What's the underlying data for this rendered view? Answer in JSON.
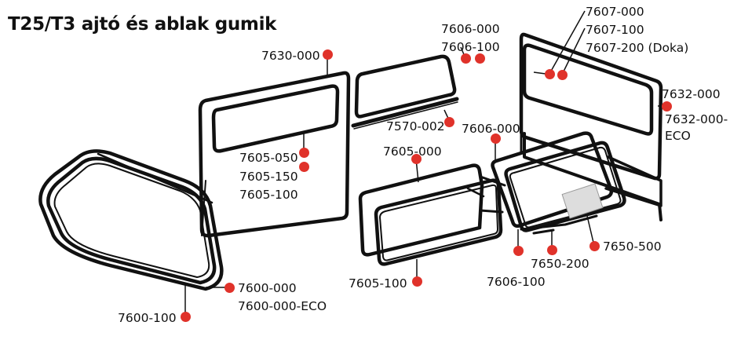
{
  "title": "T25/T3 ajtó és ablak gumik",
  "colors": {
    "callout_dot": "#e0322a",
    "outline": "#111111"
  },
  "callouts": [
    {
      "id": "c1",
      "text": "7630-000"
    },
    {
      "id": "c2",
      "text": "7606-000"
    },
    {
      "id": "c3",
      "text": "7606-100"
    },
    {
      "id": "c4",
      "text": "7607-000"
    },
    {
      "id": "c5",
      "text": "7607-100"
    },
    {
      "id": "c6",
      "text": "7607-200 (Doka)"
    },
    {
      "id": "c7",
      "text": "7632-000"
    },
    {
      "id": "c8",
      "text": "7632-000-"
    },
    {
      "id": "c9",
      "text": "ECO"
    },
    {
      "id": "c10",
      "text": "7570-002"
    },
    {
      "id": "c11",
      "text": "7606-000"
    },
    {
      "id": "c12",
      "text": "7605-000"
    },
    {
      "id": "c13",
      "text": "7605-050"
    },
    {
      "id": "c14",
      "text": "7605-150"
    },
    {
      "id": "c15",
      "text": "7605-100"
    },
    {
      "id": "c16",
      "text": "7650-500"
    },
    {
      "id": "c17",
      "text": "7650-200"
    },
    {
      "id": "c18",
      "text": "7606-100"
    },
    {
      "id": "c19",
      "text": "7605-100"
    },
    {
      "id": "c20",
      "text": "7600-000"
    },
    {
      "id": "c21",
      "text": "7600-000-ECO"
    },
    {
      "id": "c22",
      "text": "7600-100"
    }
  ]
}
